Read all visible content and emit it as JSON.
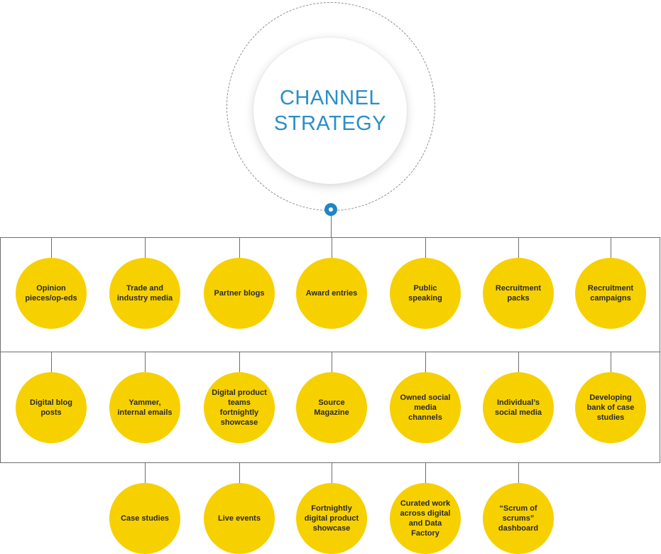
{
  "title": {
    "line1": "CHANNEL",
    "line2": "STRATEGY"
  },
  "colors": {
    "node_fill": "#f7d000",
    "title_blue": "#2a8ec8",
    "anchor_blue": "#1f86c4"
  },
  "rows": [
    [
      "Opinion pieces/op-eds",
      "Trade and industry media",
      "Partner blogs",
      "Award entries",
      "Public speaking",
      "Recruitment packs",
      "Recruitment campaigns"
    ],
    [
      "Digital blog posts",
      "Yammer, internal emails",
      "Digital product teams fortnightly showcase",
      "Source Magazine",
      "Owned social media channels",
      "Individual’s social media",
      "Developing bank of case studies"
    ],
    [
      "Case studies",
      "Live events",
      "Fortnightly digital product showcase",
      "Curated work across digital and Data Factory",
      "“Scrum of scrums” dashboard"
    ]
  ]
}
